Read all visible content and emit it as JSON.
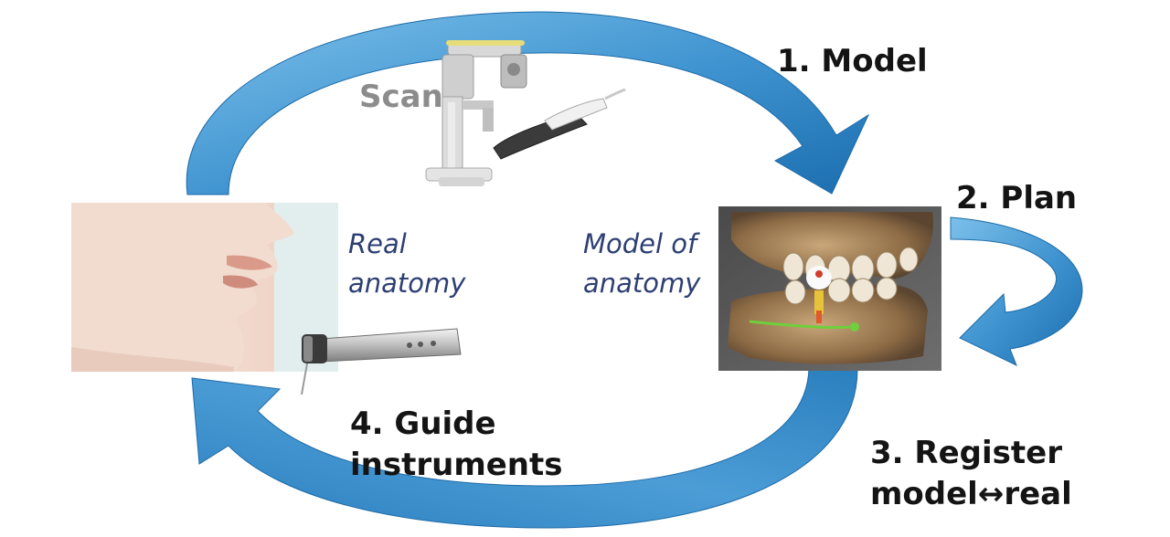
{
  "diagram": {
    "steps": {
      "model": "1. Model",
      "plan": "2. Plan",
      "register": {
        "line1": "3. Register",
        "line2": "model↔real"
      },
      "guide": {
        "line1": "4. Guide",
        "line2": "instruments"
      }
    },
    "scan_label": "Scan",
    "real_anatomy": {
      "line1": "Real",
      "line2": "anatomy"
    },
    "model_of_anatomy": {
      "line1": "Model of",
      "line2": "anatomy"
    },
    "colors": {
      "arrow_light": "#66b3e6",
      "arrow_dark": "#1f73b3",
      "step_text": "#141414",
      "scan_text": "#8c8c8c",
      "anatomy_text": "#2d3f73"
    }
  }
}
